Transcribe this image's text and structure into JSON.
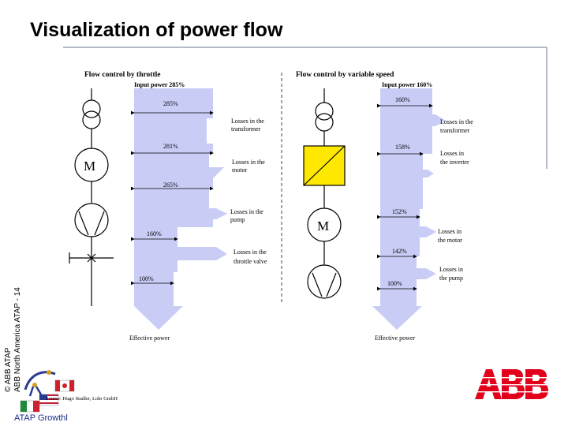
{
  "title": "Visualization of power flow",
  "sidebar_text": "© ABB ATAP\nABB North America ATAP - 14",
  "left_panel": {
    "heading": "Flow control by throttle",
    "input_power": "Input power 285%",
    "levels": [
      "285%",
      "281%",
      "265%",
      "160%",
      "100%"
    ],
    "losses": [
      "Losses in the transformer",
      "Losses in the motor",
      "Losses in the pump",
      "Losses in the throttle valve"
    ],
    "motor_symbol": "M",
    "output": "Effective power"
  },
  "right_panel": {
    "heading": "Flow control by variable speed",
    "input_power": "Input power 160%",
    "levels": [
      "160%",
      "158%",
      "152%",
      "142%",
      "100%"
    ],
    "losses": [
      "Losses in the transformer",
      "Losses in the inverter",
      "Losses in the motor",
      "Losses in the pump"
    ],
    "motor_symbol": "M",
    "output": "Effective power"
  },
  "source": "Source: Hugo Stadler, Lohr GmbH",
  "logo": "ABB",
  "footer": "ATAP Growthl",
  "colors": {
    "flow": "#c9cdf6",
    "inverter": "#ffe800",
    "logo": "#e2001a",
    "footer": "#1a2f8a"
  }
}
